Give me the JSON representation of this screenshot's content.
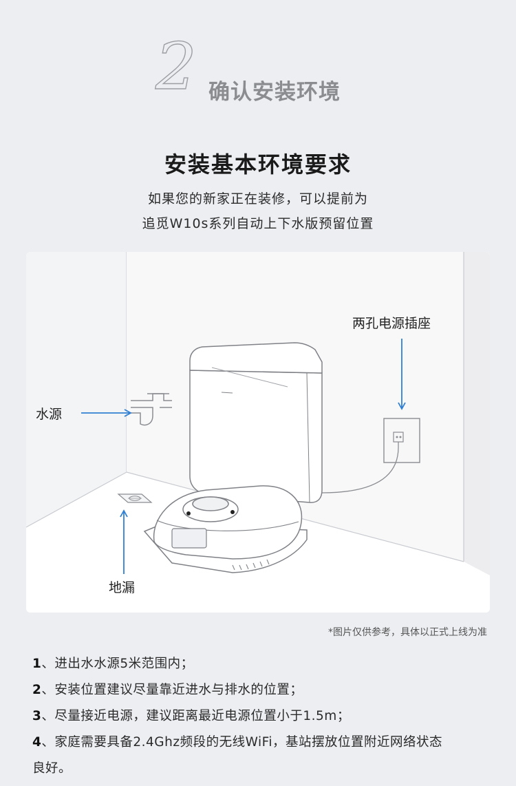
{
  "step": {
    "number": "2",
    "title": "确认安装环境"
  },
  "main": {
    "title": "安装基本环境要求",
    "subtitle_line1": "如果您的新家正在装修，可以提前为",
    "subtitle_line2": "追觅W10s系列自动上下水版预留位置"
  },
  "diagram": {
    "label_socket": "两孔电源插座",
    "label_water": "水源",
    "label_drain": "地漏",
    "arrow_color": "#2f7fd2"
  },
  "disclaimer": "*图片仅供参考，具体以正式上线为准",
  "requirements": [
    {
      "num": "1",
      "text": "、进出水水源5米范围内；"
    },
    {
      "num": "2",
      "text": "、安装位置建议尽量靠近进水与排水的位置；"
    },
    {
      "num": "3",
      "text": "、尽量接近电源，建议距离最近电源位置小于1.5m；"
    },
    {
      "num": "4",
      "text": "、家庭需要具备2.4Ghz频段的无线WiFi，基站摆放位置附近网络状态"
    },
    {
      "num": "",
      "text": "良好。"
    }
  ]
}
